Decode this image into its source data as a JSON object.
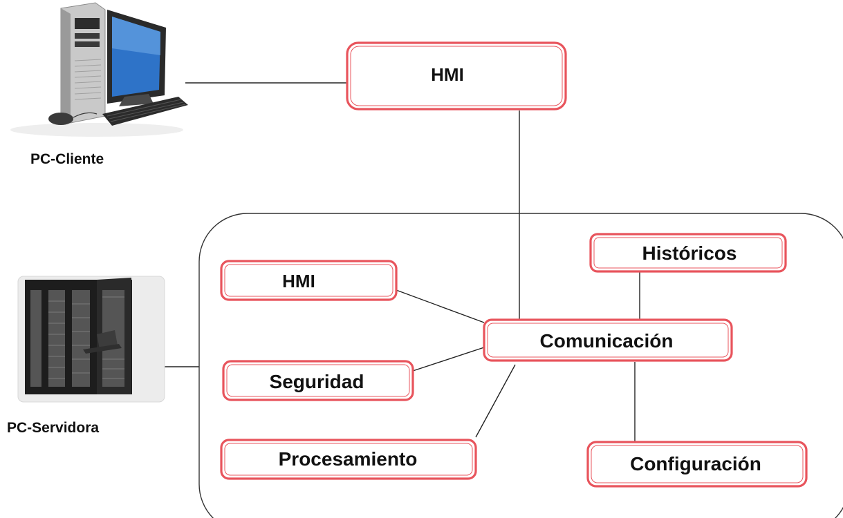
{
  "colors": {
    "node_border": "#e8545c",
    "line": "#222222",
    "text": "#111111"
  },
  "client": {
    "label": "PC-Cliente",
    "icon": "desktop-computer-icon"
  },
  "server": {
    "label": "PC-Servidora",
    "icon": "server-rack-icon"
  },
  "nodes": {
    "hmi_top": "HMI",
    "hmi": "HMI",
    "historicos": "Históricos",
    "comunicacion": "Comunicación",
    "seguridad": "Seguridad",
    "procesamiento": "Procesamiento",
    "configuracion": "Configuración"
  }
}
